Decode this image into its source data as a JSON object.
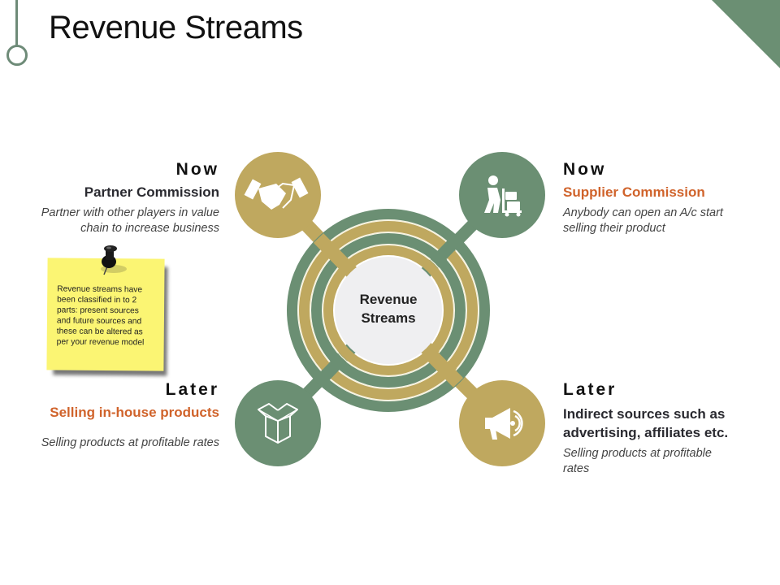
{
  "slide": {
    "title": "Revenue Streams",
    "colors": {
      "green": "#6b8f73",
      "gold": "#bfa85f",
      "core": "#efeff1",
      "orange": "#d0632b",
      "sticky_note": "#fbf573"
    }
  },
  "center": {
    "line1": "Revenue",
    "line2": "Streams"
  },
  "quadrants": [
    {
      "position": "top-left",
      "when": "Now",
      "heading": "Partner Commission",
      "heading_color": "dark",
      "description_line1": "Partner with  other players in value",
      "description_line2": "chain to increase business",
      "icon": "handshake-icon",
      "circle_color": "gold"
    },
    {
      "position": "top-right",
      "when": "Now",
      "heading": "Supplier Commission",
      "heading_color": "orange",
      "description_line1": "Anybody can open an A/c start",
      "description_line2": "selling their product",
      "icon": "delivery-worker-icon",
      "circle_color": "green"
    },
    {
      "position": "bottom-left",
      "when": "Later",
      "heading": "Selling in-house products",
      "heading_color": "orange",
      "description_line1": "Selling products at profitable rates",
      "icon": "open-box-icon",
      "circle_color": "green"
    },
    {
      "position": "bottom-right",
      "when": "Later",
      "heading_line1": "Indirect sources such as",
      "heading_line2": "advertising, affiliates etc.",
      "heading_color": "dark",
      "description_line1": "Selling products at profitable",
      "description_line2": "rates",
      "icon": "megaphone-icon",
      "circle_color": "gold"
    }
  ],
  "sticky_note": {
    "icon": "pushpin-icon",
    "lines": [
      "Revenue streams have",
      "been classified in to 2",
      "parts: present sources",
      "and future sources and",
      "these can be altered as",
      "per your revenue model"
    ]
  }
}
